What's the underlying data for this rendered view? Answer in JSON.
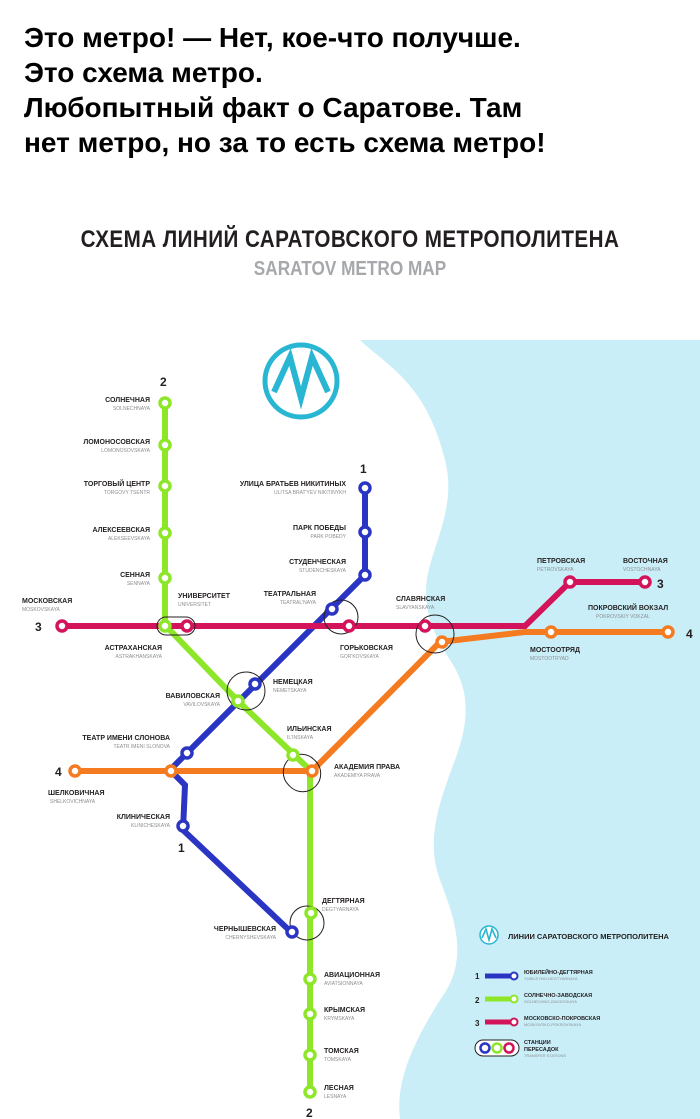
{
  "caption": [
    "Это метро! — Нет, кое-что получше.",
    "Это схема метро.",
    "Любопытный факт о Саратове. Там",
    "нет метро, но за то есть схема метро!"
  ],
  "map": {
    "title": "СХЕМА ЛИНИЙ САРАТОВСКОГО МЕТРОПОЛИТЕНА",
    "subtitle": "SARATOV METRO MAP",
    "colors": {
      "line1": "#2b35c4",
      "line2": "#8ee629",
      "line3": "#d4145a",
      "line4": "#f47b20",
      "river": "#c9eef8",
      "logo": "#29b6d3"
    },
    "line_numbers": {
      "l1": "1",
      "l2": "2",
      "l3": "3",
      "l4": "4"
    },
    "stations": {
      "solnechnaya": {
        "ru": "СОЛНЕЧНАЯ",
        "lat": "SOLNECHNAYA"
      },
      "lomonosovskaya": {
        "ru": "ЛОМОНОСОВСКАЯ",
        "lat": "LOMONOSOVSKAYA"
      },
      "torgovy_tsentr": {
        "ru": "ТОРГОВЫЙ ЦЕНТР",
        "lat": "TORGOVY TSENTR"
      },
      "alekseevskaya": {
        "ru": "АЛЕКСЕЕВСКАЯ",
        "lat": "ALEKSEEVSKAYA"
      },
      "sennaya": {
        "ru": "СЕННАЯ",
        "lat": "SENNAYA"
      },
      "universitet": {
        "ru": "УНИВЕРСИТЕТ",
        "lat": "UNIVERSITET"
      },
      "moskovskaya": {
        "ru": "МОСКОВСКАЯ",
        "lat": "MOSKOVSKAYA"
      },
      "astrakhanskaya": {
        "ru": "АСТРАХАНСКАЯ",
        "lat": "ASTRAKHANSKAYA"
      },
      "nikitinykh": {
        "ru": "УЛИЦА БРАТЬЕВ НИКИТИНЫХ",
        "lat": "ULITSA BRAT'YEV NIKITINYKH"
      },
      "park_pobedy": {
        "ru": "ПАРК ПОБЕДЫ",
        "lat": "PARK POBEDY"
      },
      "studencheskaya": {
        "ru": "СТУДЕНЧЕСКАЯ",
        "lat": "STUDENCHESKAYA"
      },
      "teatralnaya": {
        "ru": "ТЕАТРАЛЬНАЯ",
        "lat": "TEATRAL'NAYA"
      },
      "gorkovskaya": {
        "ru": "ГОРЬКОВСКАЯ",
        "lat": "GOR'KOVSKAYA"
      },
      "slavyanskaya": {
        "ru": "СЛАВЯНСКАЯ",
        "lat": "SLAVYANSKAYA"
      },
      "petrovskaya": {
        "ru": "ПЕТРОВСКАЯ",
        "lat": "PETROVSKAYA"
      },
      "vostochnaya": {
        "ru": "ВОСТОЧНАЯ",
        "lat": "VOSTOCHNAYA"
      },
      "pokrovsky": {
        "ru": "ПОКРОВСКИЙ ВОКЗАЛ",
        "lat": "POKROVSKIY VOKZAL"
      },
      "mostootryad": {
        "ru": "МОСТООТРЯД",
        "lat": "MOSTOOTRYAD"
      },
      "nemetskaya": {
        "ru": "НЕМЕЦКАЯ",
        "lat": "NEMETSKAYA"
      },
      "vavilovskaya": {
        "ru": "ВАВИЛОВСКАЯ",
        "lat": "VAVILOVSKAYA"
      },
      "ilinskaya": {
        "ru": "ИЛЬИНСКАЯ",
        "lat": "IL'INSKAYA"
      },
      "teatr_slonova": {
        "ru": "ТЕАТР ИМЕНИ СЛОНОВА",
        "lat": "TEATR IMENI SLONOVA"
      },
      "akademiya": {
        "ru": "АКАДЕМИЯ ПРАВА",
        "lat": "AKADEMIYA PRAVA"
      },
      "shelkovichnaya": {
        "ru": "ШЕЛКОВИЧНАЯ",
        "lat": "SHELKOVICHNAYA"
      },
      "klinicheskaya": {
        "ru": "КЛИНИЧЕСКАЯ",
        "lat": "KLINICHESKAYA"
      },
      "degtyarnaya": {
        "ru": "ДЕГТЯРНАЯ",
        "lat": "DEGTYARNAYA"
      },
      "chernyshevskaya": {
        "ru": "ЧЕРНЫШЕВСКАЯ",
        "lat": "CHERNYSHEVSKAYA"
      },
      "aviatsionnaya": {
        "ru": "АВИАЦИОННАЯ",
        "lat": "AVIATSIONNAYA"
      },
      "krymskaya": {
        "ru": "КРЫМСКАЯ",
        "lat": "KRYMSKAYA"
      },
      "tomskaya": {
        "ru": "ТОМСКАЯ",
        "lat": "TOMSKAYA"
      },
      "lesnaya": {
        "ru": "ЛЕСНАЯ",
        "lat": "LESNAYA"
      }
    },
    "legend": {
      "title": "ЛИНИИ САРАТОВСКОГО МЕТРОПОЛИТЕНА",
      "l1": {
        "num": "1",
        "ru": "ЮБИЛЕЙНО-ДЕГТЯРНАЯ",
        "lat": "YUBILEYNO-DEGTYARNAYA"
      },
      "l2": {
        "num": "2",
        "ru": "СОЛНЕЧНО-ЗАВОДСКАЯ",
        "lat": "SOLNECHNO-ZAVODSKAYA"
      },
      "l3": {
        "num": "3",
        "ru": "МОСКОВСКО-ПОКРОВСКАЯ",
        "lat": "MOSKOVSKO-POKROVSKAYA"
      },
      "transfer": {
        "ru1": "СТАНЦИИ",
        "ru2": "ПЕРЕСАДОК",
        "lat": "TRANSFER STATIONS"
      }
    }
  }
}
